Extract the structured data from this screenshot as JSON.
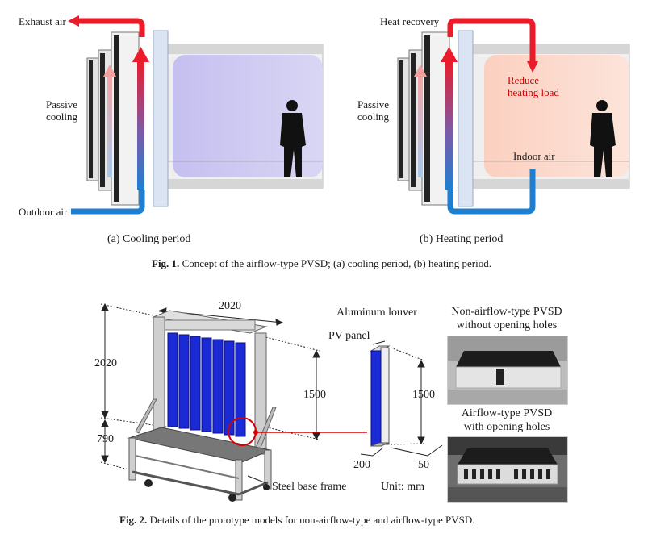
{
  "fig1": {
    "panel_a": {
      "exhaust_air": "Exhaust air",
      "passive_cooling": "Passive\ncooling",
      "outdoor_air": "Outdoor air",
      "caption": "(a) Cooling period"
    },
    "panel_b": {
      "heat_recovery": "Heat recovery",
      "reduce_heating_load": "Reduce\nheating load",
      "passive_cooling": "Passive\ncooling",
      "indoor_air": "Indoor air",
      "caption": "(b) Heating period"
    },
    "caption_label": "Fig. 1.",
    "caption_text": "Concept of the airflow-type PVSD; (a) cooling period, (b) heating period."
  },
  "fig2": {
    "dim_width": "2020",
    "dim_height": "2020",
    "dim_base": "790",
    "dim_panel_height": "1500",
    "steel_base_frame": "Steel base frame",
    "aluminum_louver": "Aluminum louver",
    "pv_panel": "PV panel",
    "detail_height": "1500",
    "detail_width": "200",
    "detail_depth": "50",
    "unit": "Unit: mm",
    "non_airflow_title": "Non-airflow-type PVSD\nwithout opening holes",
    "airflow_title": "Airflow-type PVSD\nwith opening holes",
    "caption_label": "Fig. 2.",
    "caption_text": "Details of the prototype models for non-airflow-type and airflow-type PVSD."
  },
  "colors": {
    "red_arrow": "#e8202a",
    "blue_arrow": "#1a7fc1",
    "room_cool": "#b9b3e6",
    "room_warm": "#fbd3c5",
    "pv_blue": "#1a2bd6"
  }
}
